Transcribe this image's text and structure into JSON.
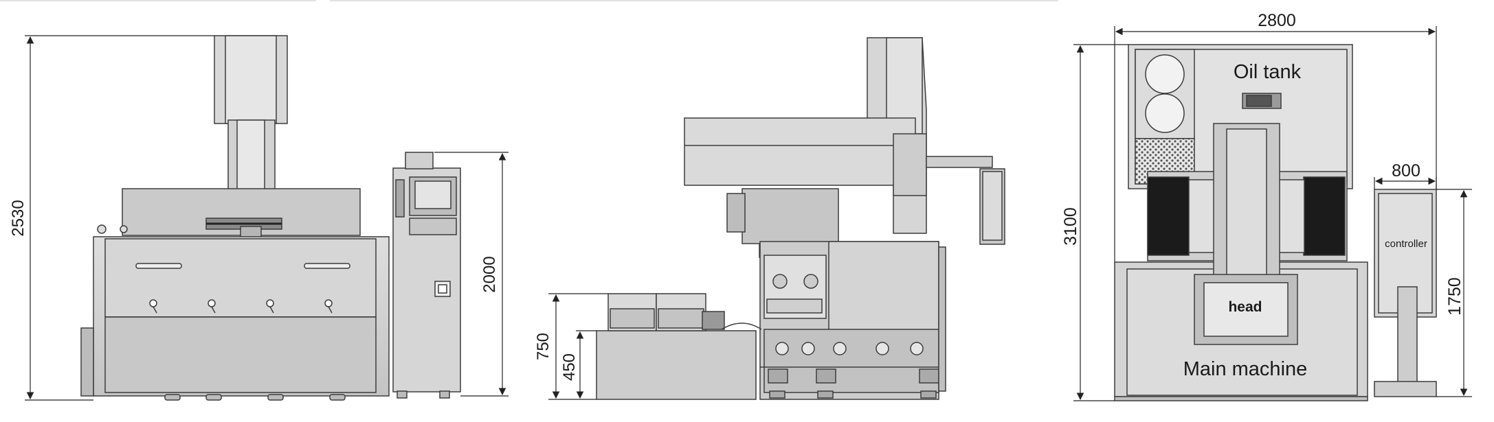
{
  "front_view": {
    "height_overall": "2530",
    "height_cabinet": "2000"
  },
  "side_view": {
    "height_tank": "750",
    "height_tank_base": "450"
  },
  "top_view": {
    "width_overall": "2800",
    "depth_overall": "3100",
    "controller_width": "800",
    "controller_height": "1750",
    "label_oil_tank": "Oil tank",
    "label_controller": "controller",
    "label_head": "head",
    "label_main_machine": "Main machine"
  },
  "colors": {
    "body": "#cfcfcf",
    "body_light": "#e4e4e4",
    "body_dark": "#8c8c8c",
    "line": "#3c3c3c",
    "black_panel": "#1b1b1b"
  }
}
